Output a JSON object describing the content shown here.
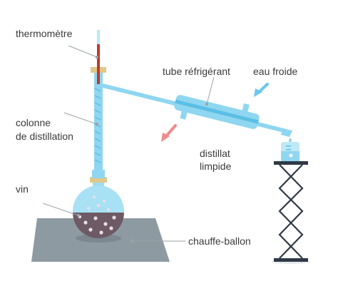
{
  "labels": {
    "thermometre": "thermomètre",
    "colonne_line1": "colonne",
    "colonne_line2": "de distillation",
    "vin": "vin",
    "tube_refrigerant": "tube réfrigérant",
    "eau_froide": "eau froide",
    "distillat_line1": "distillat",
    "distillat_line2": "limpide",
    "chauffe_ballon": "chauffe-ballon"
  },
  "colors": {
    "glass": "#8fd6f0",
    "glass_dark": "#5bbfe3",
    "wine": "#6e5a64",
    "mantle": "#8e9aa1",
    "hot_arrow": "#f08a8a",
    "cold_arrow": "#6cc6ea",
    "thermometer_red": "#c0392b",
    "stopper": "#e0c88a",
    "stand": "#2f3a45"
  }
}
